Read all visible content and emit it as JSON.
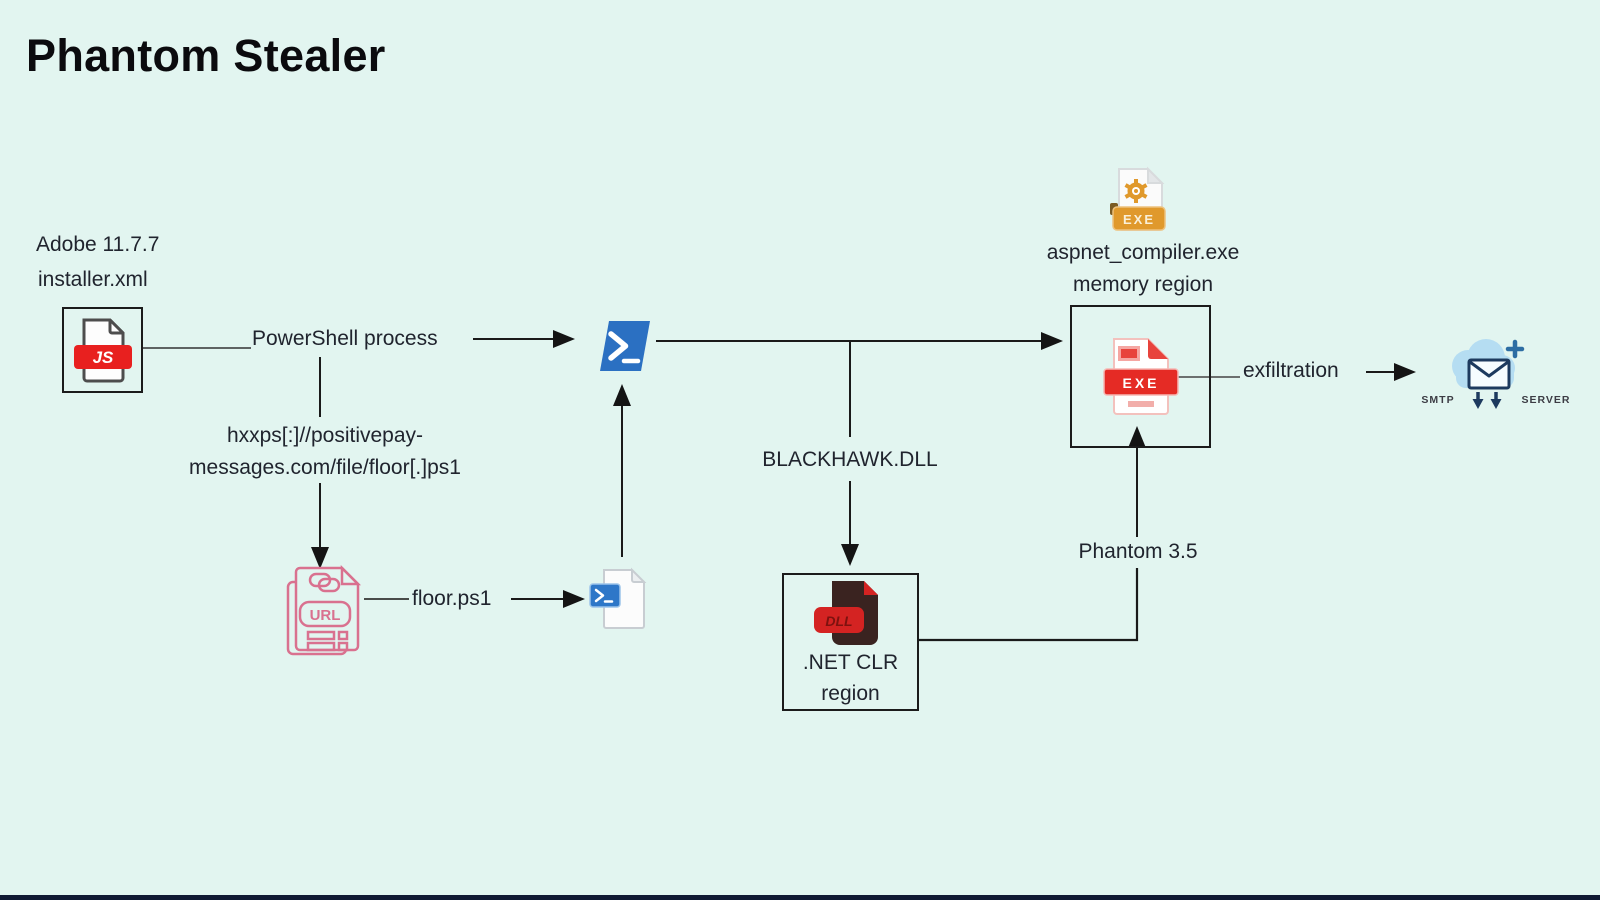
{
  "title": "Phantom Stealer",
  "colors": {
    "bg": "#e2f5f0",
    "ink": "#20242e",
    "line": "#1a1a1a",
    "box-border": "#1b1b1b",
    "red": "#e8201f",
    "ps-blue": "#2b70c2",
    "orange": "#e0992c",
    "pink": "#d9718f",
    "dll-brown": "#3a2320",
    "navy": "#1d3a5f",
    "cloud": "#b5ddf2",
    "bottom-bar": "#101a33"
  },
  "nodes": {
    "installer": {
      "line1": "Adobe 11.7.7",
      "line2": "installer.xml",
      "badge": "JS"
    },
    "powershell": {
      "label": "PowerShell process"
    },
    "payload_url": {
      "line1": "hxxps[:]//positivepay-",
      "line2": "messages.com/file/floor[.]ps1",
      "badge": "URL"
    },
    "floor_script": {
      "label": "floor.ps1"
    },
    "blackhawk": {
      "label": "BLACKHAWK.DLL"
    },
    "dotnet": {
      "line1": ".NET CLR",
      "line2": "region",
      "badge": "DLL"
    },
    "aspnet": {
      "line1": "aspnet_compiler.exe",
      "line2": "memory region",
      "file_badge": "EXE",
      "memory_badge": "EXE"
    },
    "phantom": {
      "label": "Phantom 3.5"
    },
    "exfiltration": {
      "label": "exfiltration"
    },
    "smtp": {
      "left": "SMTP",
      "right": "SERVER"
    }
  }
}
